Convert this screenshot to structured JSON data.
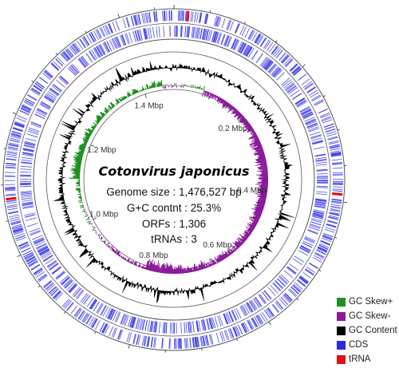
{
  "genome": {
    "name": "Cotonvirus japonicus",
    "stats": [
      "Genome size : 1,476,527 bp",
      "G+C contnt : 25.3%",
      "ORFs : 1,306",
      "tRNAs : 3"
    ]
  },
  "chart_data": {
    "type": "circular-genome-map",
    "genome_length_bp": 1476527,
    "tick_labels": [
      {
        "label": "0.2 Mbp",
        "position_bp": 200000
      },
      {
        "label": "0.4 Mbp",
        "position_bp": 400000
      },
      {
        "label": "0.6 Mbp",
        "position_bp": 600000
      },
      {
        "label": "0.8 Mbp",
        "position_bp": 800000
      },
      {
        "label": "1.0 Mbp",
        "position_bp": 1000000
      },
      {
        "label": "1.2 Mbp",
        "position_bp": 1200000
      },
      {
        "label": "1.4 Mbp",
        "position_bp": 1400000
      }
    ],
    "tracks": [
      "CDS",
      "CDS",
      "GC Content",
      "GC Skew+",
      "GC Skew-"
    ],
    "trna_positions_bp": [
      20000,
      390000,
      1080000
    ]
  },
  "legend": [
    {
      "label": "GC Skew+",
      "color": "#1f8f1f"
    },
    {
      "label": "GC Skew-",
      "color": "#8b1a9a"
    },
    {
      "label": "GC Content",
      "color": "#000000"
    },
    {
      "label": "CDS",
      "color": "#2a2ae6"
    },
    {
      "label": "tRNA",
      "color": "#e01010"
    }
  ]
}
